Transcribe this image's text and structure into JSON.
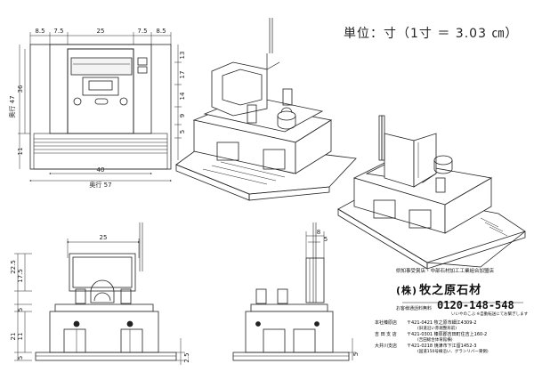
{
  "unit_note": "単位：寸（1寸 ＝ 3.03 ㎝）",
  "front_view": {
    "dims_top": [
      "8.5",
      "7.5",
      "25",
      "7.5",
      "8.5"
    ],
    "dim_left_outer": "36",
    "dim_left_inner": "奥行 47",
    "dim_left_base": "11",
    "dims_right": [
      "13",
      "17",
      "14",
      "9",
      "5"
    ],
    "dim_bottom_inner": "40",
    "dim_bottom_outer": "奥行 57"
  },
  "elevation_front": {
    "dim_top": "25",
    "dims_left": [
      "22.5",
      "17.5",
      "5",
      "21",
      "11",
      "5"
    ],
    "dim_right": "2.5"
  },
  "elevation_side": {
    "dim_top_a": "8",
    "dim_top_b": "5",
    "dim_right": "5"
  },
  "company": {
    "certification_line_1": "県知事受賞店・中部石材加工工業組合加盟店",
    "prefix": "(株)",
    "name": "牧之原石材",
    "phone_label": "お客様通話料無料",
    "phone": "0120-148-548",
    "phone_note": "いいやのこぶ ※自動転送にてお繋ぎします",
    "branches": [
      {
        "name": "本社榛原店",
        "address": "〒421-0421 牧之原市細江4309-2",
        "note": "(旧道沿い赤堀整形前)"
      },
      {
        "name": "吉 田 支 店",
        "address": "〒421-0301 榛原郡吉田町住吉上160-2",
        "note": "(吉田総合体育館横)"
      },
      {
        "name": "大井川支店",
        "address": "〒421-0218 焼津市下江留1452-3",
        "note": "(国道150号線沿い、グランリバー東側)"
      }
    ]
  }
}
